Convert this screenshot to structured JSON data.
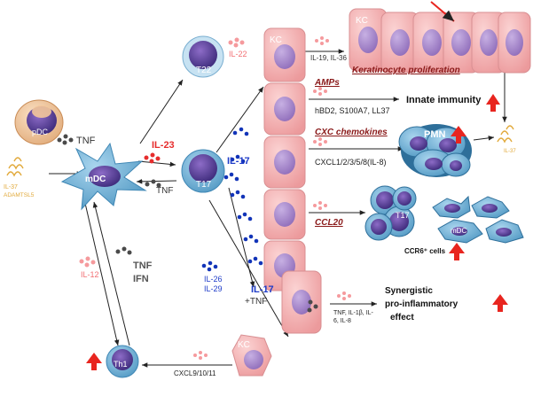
{
  "colors": {
    "arrow": "#222222",
    "red_arrow": "#e8251f",
    "kc_fill": "#f3b1b2",
    "kc_nucleus": "#a787c9",
    "dc_fill": "#62a9cf",
    "dc_nucleus": "#6b49a4",
    "pink_text": "#f26f73",
    "blue_text": "#1f3cc8",
    "dark_red_text": "#8a1a1a",
    "gold_text": "#e1a93a",
    "dot_pink": "#f59a9d",
    "dot_red": "#e62d2d",
    "dot_grey": "#4a4a4a",
    "dot_blue": "#1234b8"
  },
  "cells": {
    "pdc": "pDC",
    "mdc": "mDC",
    "t22": "T22",
    "t17": "T17",
    "th1": "Th1",
    "kc_top": "KC",
    "kc_row": "KC",
    "kc_bottom": "KC",
    "pmn": "PMN",
    "t17_cluster": "T17",
    "mdc_cluster": "mDC"
  },
  "labels": {
    "tnf_pdc": "TNF",
    "il37_left_1": "IL-37",
    "il37_left_2": "ADAMTSL5",
    "il23": "IL-23",
    "tnf_back": "TNF",
    "il22": "IL-22",
    "il17_main": "IL-17",
    "il12": "IL-12",
    "tnf_th1": "TNF",
    "ifn_th1": "IFN",
    "il26": "IL-26",
    "il29": "IL-29",
    "il17_lower": "IL-17",
    "plus_tnf": "+TNF",
    "il19_il36": "IL-19, IL-36",
    "keratinocyte_proliferation": "Keratinocyte proliferation",
    "amps": "AMPs",
    "innate_immunity": "Innate immunity",
    "amps_list": "hBD2, S100A7, LL37",
    "il37_right": "IL-37",
    "cxc_chemokines": "CXC chemokines",
    "cxc_list": "CXCL1/2/3/5/8(IL-8)",
    "ccl20": "CCL20",
    "ccr6_cells": "CCR6⁺ cells",
    "synergistic_1": "Synergistic",
    "synergistic_2": "pro-inflammatory",
    "synergistic_3": "effect",
    "cytokines_1": "TNF, IL-1β, IL-",
    "cytokines_2": "6, IL-8",
    "cxcl": "CXCL9/10/11"
  },
  "icons": {
    "up_arrow": "red-up-arrow-icon",
    "diag_arrow": "red-diagonal-arrow-icon",
    "il37_swirl": "swirl-icon"
  }
}
